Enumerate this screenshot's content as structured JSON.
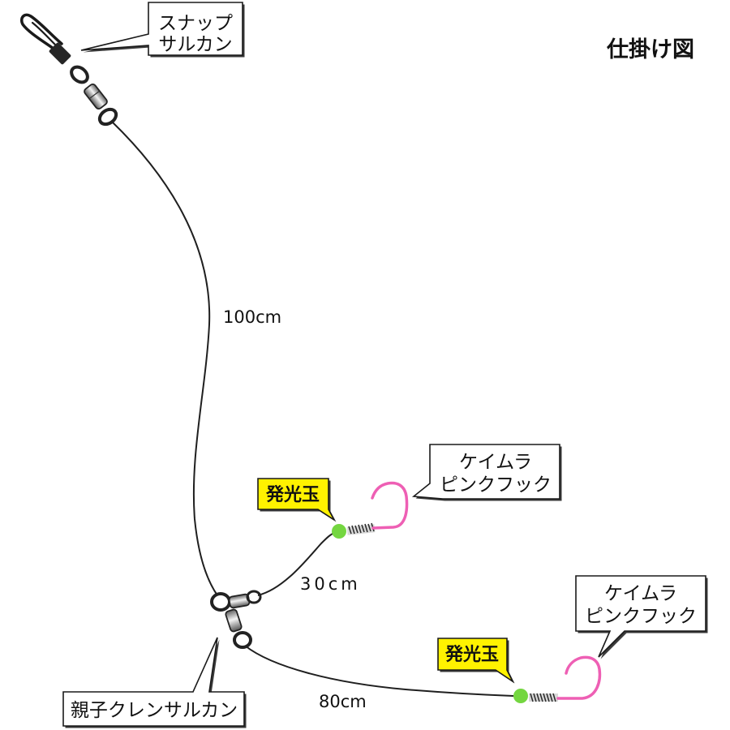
{
  "title": "仕掛け図",
  "callouts": {
    "snap_swivel": {
      "lines": [
        "スナップ",
        "サルカン"
      ]
    },
    "upper_bead": {
      "lines": [
        "発光玉"
      ]
    },
    "upper_hook": {
      "lines": [
        "ケイムラ",
        "ピンクフック"
      ]
    },
    "lower_bead": {
      "lines": [
        "発光玉"
      ]
    },
    "lower_hook": {
      "lines": [
        "ケイムラ",
        "ピンクフック"
      ]
    },
    "crane_swivel": {
      "lines": [
        "親子クレンサルカン"
      ]
    }
  },
  "lengths": {
    "main_line": "100cm",
    "upper_branch": "30cm",
    "lower_branch": "80cm"
  },
  "colors": {
    "line": "#1f1f1f",
    "bead": "#74d640",
    "hook": "#ee5fb4",
    "bead_callout": "#fff200",
    "callout_fill": "#ffffff",
    "callout_border": "#1a1a1a"
  }
}
